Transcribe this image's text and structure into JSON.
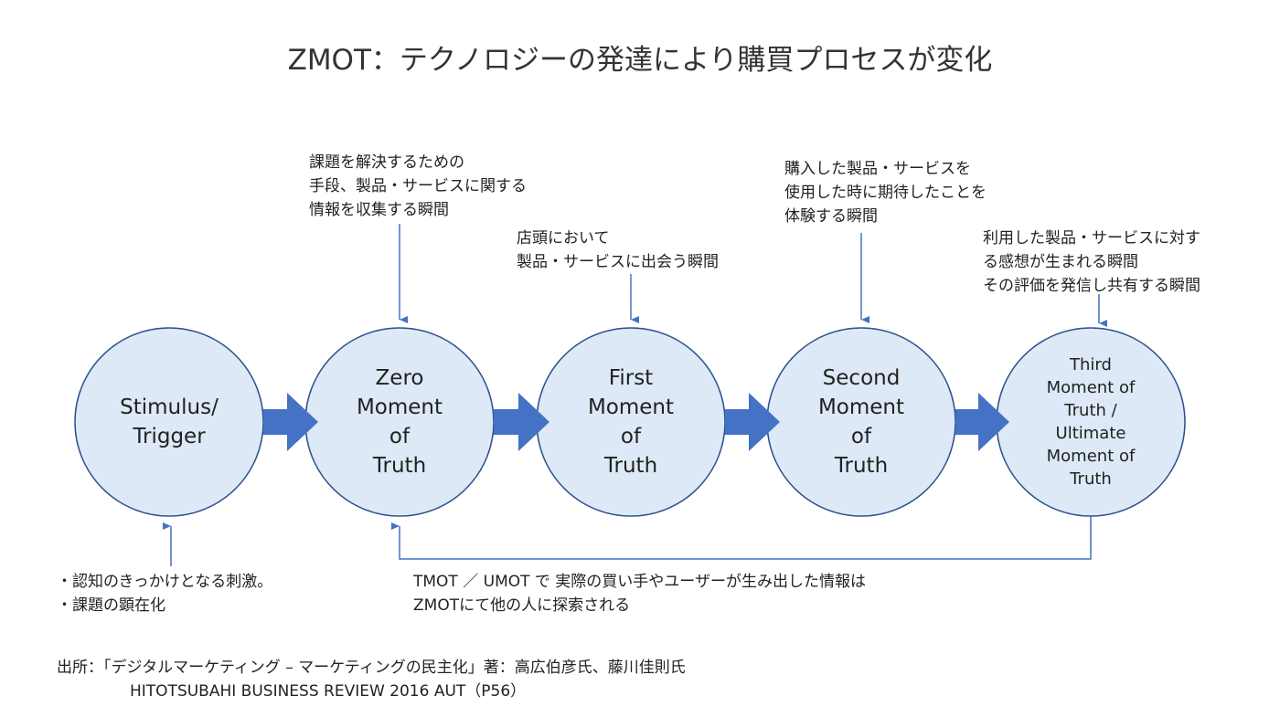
{
  "title": "ZMOT：テクノロジーの発達により購買プロセスが変化",
  "colors": {
    "circle_fill": "#dde9f6",
    "circle_stroke": "#2f528f",
    "arrow": "#4472c4"
  },
  "stages": [
    {
      "label": "Stimulus/\nTrigger"
    },
    {
      "label": "Zero\nMoment\nof\nTruth"
    },
    {
      "label": "First\nMoment\nof\nTruth"
    },
    {
      "label": "Second\nMoment\nof\nTruth"
    },
    {
      "label": "Third\nMoment of\nTruth /\nUltimate\nMoment of\nTruth"
    }
  ],
  "notes": {
    "zmot": [
      "課題を解決するための",
      "手段、製品・サービスに関する",
      "情報を収集する瞬間"
    ],
    "fmot": [
      "店頭において",
      "製品・サービスに出会う瞬間"
    ],
    "smot": [
      "購入した製品・サービスを",
      "使用した時に期待したことを",
      "体験する瞬間"
    ],
    "tmot": [
      "利用した製品・サービスに対す",
      "る感想が生まれる瞬間",
      "その評価を発信し共有する瞬間"
    ],
    "stimulus": [
      "・認知のきっかけとなる刺激。",
      "・課題の顕在化"
    ],
    "feedback": [
      "TMOT ／ UMOT で 実際の買い手やユーザーが生み出した情報は",
      "ZMOTにて他の人に探索される"
    ]
  },
  "source": {
    "line1": "出所：「デジタルマーケティング – マーケティングの民主化」著：高広伯彦氏、藤川佳則氏",
    "line2": "HITOTSUBAHI BUSINESS REVIEW 2016 AUT（P56）"
  }
}
